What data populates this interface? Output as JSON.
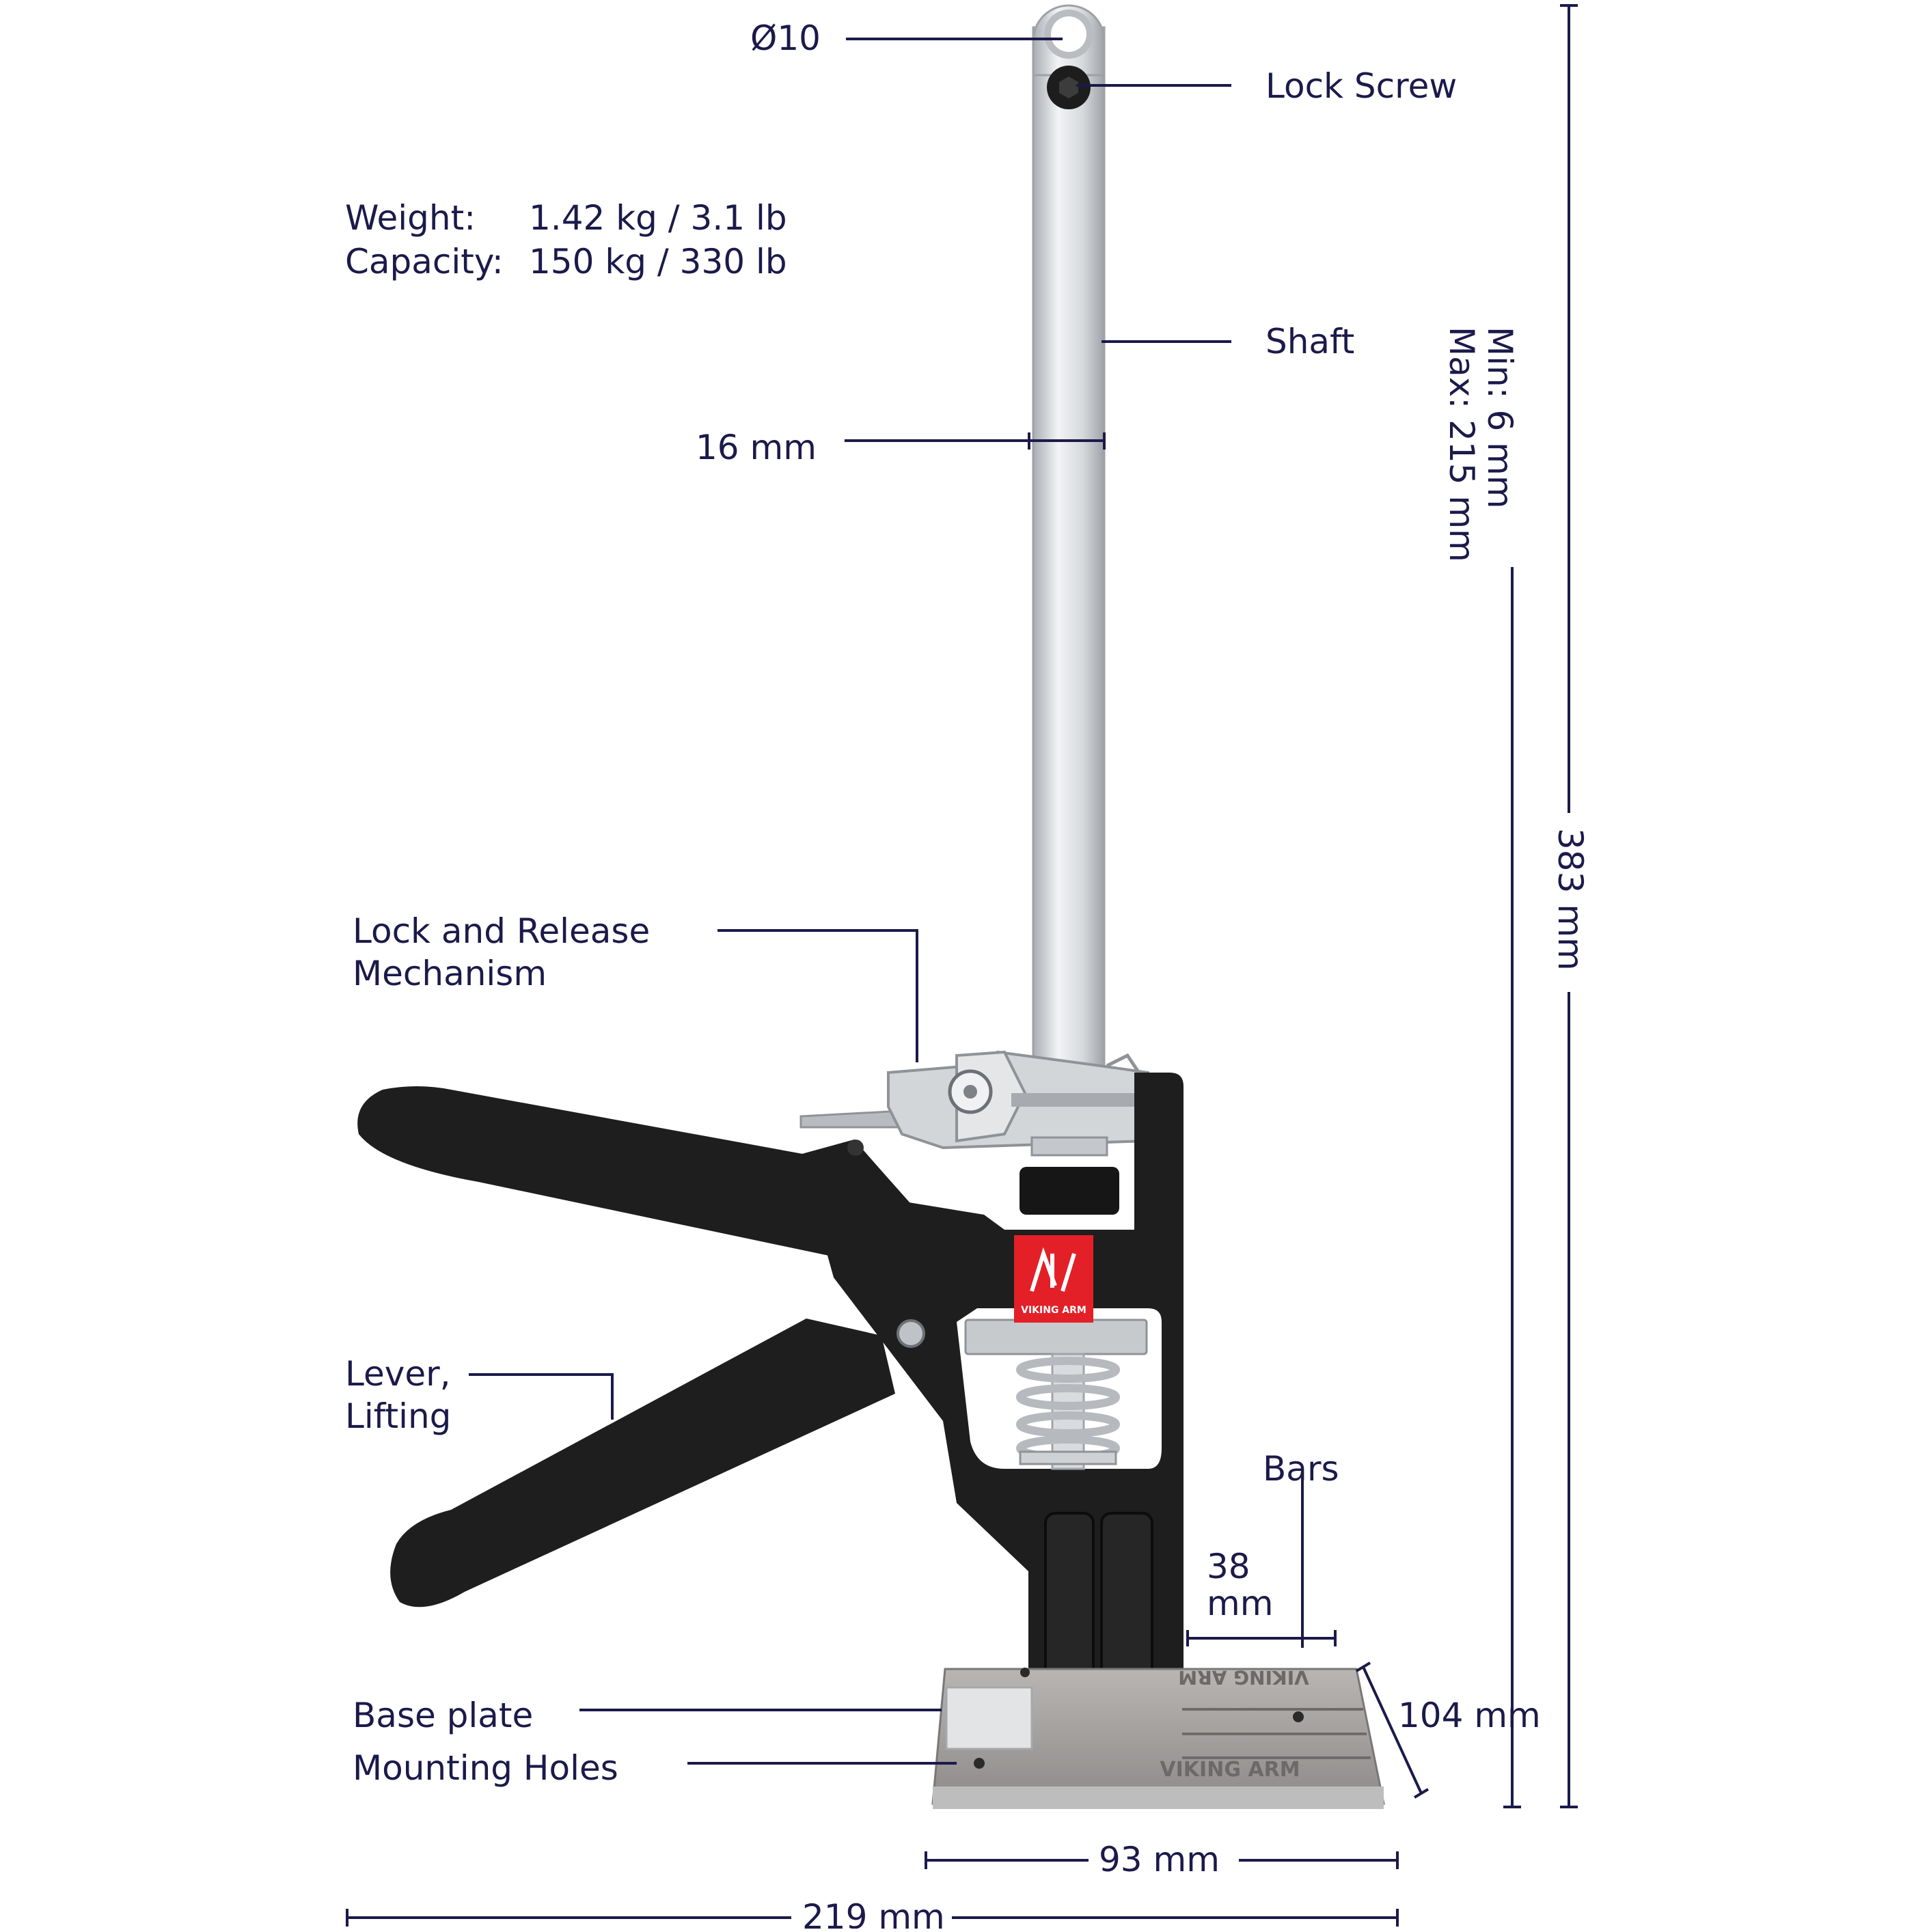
{
  "colors": {
    "text": "#1b1a4a",
    "line": "#1b1a4a",
    "body": "#1c1c1c",
    "steel": "#c9ccd0",
    "plate": "#9a9a9a",
    "brand": "#e32027"
  },
  "specs": {
    "weight_label": "Weight:",
    "weight_value": "1.42 kg / 3.1 lb",
    "capacity_label": "Capacity:",
    "capacity_value": "150 kg / 330 lb"
  },
  "callouts": {
    "hole_diameter": "Ø10",
    "lock_screw": "Lock Screw",
    "shaft": "Shaft",
    "shaft_width": "16 mm",
    "lock_release_1": "Lock and Release",
    "lock_release_2": "Mechanism",
    "lever_1": "Lever,",
    "lever_2": "Lifting",
    "bars": "Bars",
    "bars_width_1": "38",
    "bars_width_2": "mm",
    "base_plate": "Base plate",
    "mounting_holes": "Mounting Holes"
  },
  "dimensions": {
    "stroke_min": "Min:  6 mm",
    "stroke_max": "Max:  215 mm",
    "total_height": "383 mm",
    "plate_depth": "104 mm",
    "plate_width": "93 mm",
    "total_width": "219 mm"
  },
  "logo": {
    "text": "VIKING ARM",
    "plate_engraving": "VIKING ARM"
  }
}
